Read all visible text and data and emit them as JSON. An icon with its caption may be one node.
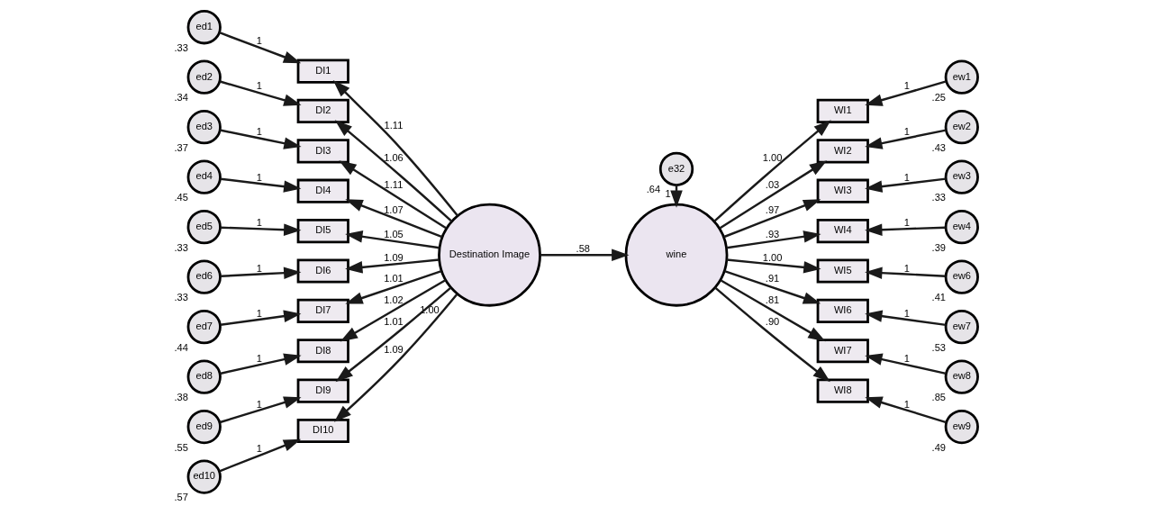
{
  "diagram": {
    "nodes": [
      {
        "text": [
          "ed1"
        ],
        "beside": [
          ".33"
        ]
      },
      {
        "text": [
          "ed2"
        ],
        "beside": [
          ".34"
        ]
      },
      {
        "text": [
          "ed3"
        ],
        "beside": [
          ".37"
        ]
      },
      {
        "text": [
          "ed4"
        ],
        "beside": [
          ".45"
        ]
      },
      {
        "text": [
          "ed5"
        ],
        "beside": [
          ".33"
        ]
      },
      {
        "text": [
          "ed6"
        ],
        "beside": [
          ".33"
        ]
      },
      {
        "text": [
          "ed7"
        ],
        "beside": [
          ".44"
        ]
      },
      {
        "text": [
          "ed8"
        ],
        "beside": [
          ".38"
        ]
      },
      {
        "text": [
          "ed9"
        ],
        "beside": [
          ".55"
        ]
      },
      {
        "text": [
          "ed10"
        ],
        "beside": [
          ".57"
        ]
      },
      {
        "text": [
          "DI1"
        ]
      },
      {
        "text": [
          "DI2"
        ]
      },
      {
        "text": [
          "DI3"
        ]
      },
      {
        "text": [
          "DI4"
        ]
      },
      {
        "text": [
          "DI5"
        ]
      },
      {
        "text": [
          "DI6"
        ]
      },
      {
        "text": [
          "DI7"
        ]
      },
      {
        "text": [
          "DI8"
        ]
      },
      {
        "text": [
          "DI9"
        ]
      },
      {
        "text": [
          "DI10"
        ]
      },
      {
        "text": [
          "Destination Image"
        ],
        "beside": [
          "1.00"
        ]
      },
      {
        "text": [
          "e32"
        ],
        "beside": [
          ".64"
        ]
      },
      {
        "text": [
          "wine"
        ]
      },
      {
        "text": [
          "WI1"
        ]
      },
      {
        "text": [
          "WI2"
        ]
      },
      {
        "text": [
          "WI3"
        ]
      },
      {
        "text": [
          "WI4"
        ]
      },
      {
        "text": [
          "WI5"
        ]
      },
      {
        "text": [
          "WI6"
        ]
      },
      {
        "text": [
          "WI7"
        ]
      },
      {
        "text": [
          "WI8"
        ]
      },
      {
        "text": [
          "ew1"
        ],
        "beside": [
          ".25"
        ]
      },
      {
        "text": [
          "ew2"
        ],
        "beside": [
          ".43"
        ]
      },
      {
        "text": [
          "ew3"
        ],
        "beside": [
          ".33"
        ]
      },
      {
        "text": [
          "ew4"
        ],
        "beside": [
          ".39"
        ]
      },
      {
        "text": [
          "ew6"
        ],
        "beside": [
          ".41"
        ]
      },
      {
        "text": [
          "ew7"
        ],
        "beside": [
          ".53"
        ]
      },
      {
        "text": [
          "ew8"
        ],
        "beside": [
          ".85"
        ]
      },
      {
        "text": [
          "ew9"
        ],
        "beside": [
          ".49"
        ]
      }
    ],
    "edges": [
      {
        "from": 0,
        "to": 10,
        "arrow": "to",
        "label": "1"
      },
      {
        "from": 1,
        "to": 11,
        "arrow": "to",
        "label": "1"
      },
      {
        "from": 2,
        "to": 12,
        "arrow": "to",
        "label": "1"
      },
      {
        "from": 3,
        "to": 13,
        "arrow": "to",
        "label": "1"
      },
      {
        "from": 4,
        "to": 14,
        "arrow": "to",
        "label": "1"
      },
      {
        "from": 5,
        "to": 15,
        "arrow": "to",
        "label": "1"
      },
      {
        "from": 6,
        "to": 16,
        "arrow": "to",
        "label": "1"
      },
      {
        "from": 7,
        "to": 17,
        "arrow": "to",
        "label": "1"
      },
      {
        "from": 8,
        "to": 18,
        "arrow": "to",
        "label": "1"
      },
      {
        "from": 9,
        "to": 19,
        "arrow": "to",
        "label": "1"
      },
      {
        "from": 20,
        "to": 10,
        "arrow": "to",
        "label": "1.11"
      },
      {
        "from": 20,
        "to": 11,
        "arrow": "to",
        "label": "1.06"
      },
      {
        "from": 20,
        "to": 12,
        "arrow": "to",
        "label": "1.11"
      },
      {
        "from": 20,
        "to": 13,
        "arrow": "to",
        "label": "1.07"
      },
      {
        "from": 20,
        "to": 14,
        "arrow": "to",
        "label": "1.05"
      },
      {
        "from": 20,
        "to": 15,
        "arrow": "to",
        "label": "1.09"
      },
      {
        "from": 20,
        "to": 16,
        "arrow": "to",
        "label": "1.01"
      },
      {
        "from": 20,
        "to": 17,
        "arrow": "to",
        "label": "1.02"
      },
      {
        "from": 20,
        "to": 18,
        "arrow": "to",
        "label": "1.01"
      },
      {
        "from": 20,
        "to": 19,
        "arrow": "to",
        "label": "1.09"
      },
      {
        "from": 20,
        "to": 22,
        "arrow": "to",
        "label": ".58"
      },
      {
        "from": 21,
        "to": 22,
        "arrow": "to",
        "label": "1"
      },
      {
        "from": 22,
        "to": 23,
        "arrow": "to",
        "label": "1.00"
      },
      {
        "from": 22,
        "to": 24,
        "arrow": "to",
        "label": ".03"
      },
      {
        "from": 22,
        "to": 25,
        "arrow": "to",
        "label": ".97"
      },
      {
        "from": 22,
        "to": 26,
        "arrow": "to",
        "label": ".93"
      },
      {
        "from": 22,
        "to": 27,
        "arrow": "to",
        "label": "1.00"
      },
      {
        "from": 22,
        "to": 28,
        "arrow": "to",
        "label": ".91"
      },
      {
        "from": 22,
        "to": 29,
        "arrow": "to",
        "label": ".81"
      },
      {
        "from": 22,
        "to": 30,
        "arrow": "to",
        "label": ".90"
      },
      {
        "from": 31,
        "to": 23,
        "arrow": "to",
        "label": "1"
      },
      {
        "from": 32,
        "to": 24,
        "arrow": "to",
        "label": "1"
      },
      {
        "from": 33,
        "to": 25,
        "arrow": "to",
        "label": "1"
      },
      {
        "from": 34,
        "to": 26,
        "arrow": "to",
        "label": "1"
      },
      {
        "from": 35,
        "to": 27,
        "arrow": "to",
        "label": "1"
      },
      {
        "from": 36,
        "to": 28,
        "arrow": "to",
        "label": "1"
      },
      {
        "from": 37,
        "to": 29,
        "arrow": "to",
        "label": "1"
      },
      {
        "from": 38,
        "to": 30,
        "arrow": "to",
        "label": "1"
      }
    ]
  }
}
